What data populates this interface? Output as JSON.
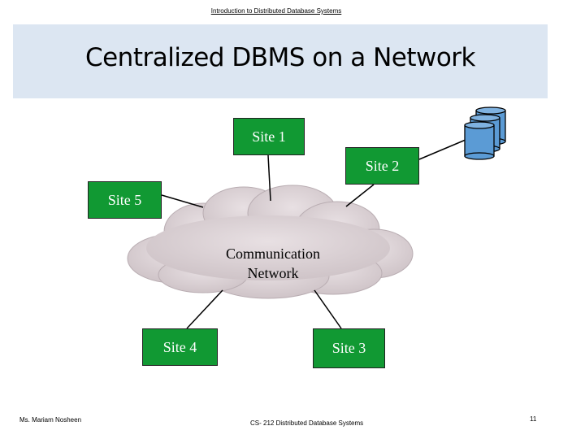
{
  "header": {
    "course_title": "Introduction to Distributed Database Systems"
  },
  "slide": {
    "title": "Centralized DBMS on a Network"
  },
  "diagram": {
    "sites": [
      "Site 1",
      "Site 2",
      "Site 3",
      "Site 4",
      "Site 5"
    ],
    "network_label_line1": "Communication",
    "network_label_line2": "Network"
  },
  "footer": {
    "author": "Ms. Mariam Nosheen",
    "course": "CS- 212 Distributed Database Systems",
    "page_number": "11"
  },
  "colors": {
    "site_fill": "#119933",
    "cloud_fill": "#d8cfd2",
    "title_band": "#dce6f2",
    "database_fill": "#5b9bd5"
  }
}
